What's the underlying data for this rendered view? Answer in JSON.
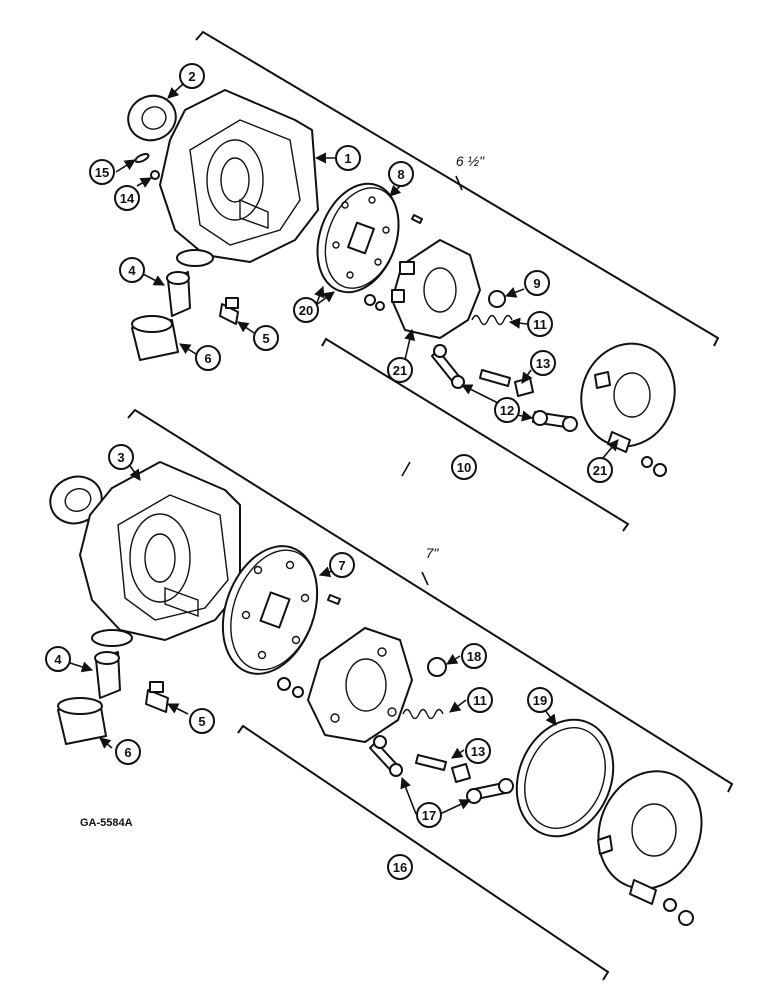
{
  "dimensions": {
    "upper": "6 ½\"",
    "lower": "7\""
  },
  "drawing_code": "GA-5584A",
  "callouts": {
    "c1": "1",
    "c2": "2",
    "c3": "3",
    "c4a": "4",
    "c4b": "4",
    "c5a": "5",
    "c5b": "5",
    "c6a": "6",
    "c6b": "6",
    "c7": "7",
    "c8": "8",
    "c9": "9",
    "c10": "10",
    "c11a": "11",
    "c11b": "11",
    "c12": "12",
    "c13a": "13",
    "c13b": "13",
    "c14": "14",
    "c15": "15",
    "c16": "16",
    "c17": "17",
    "c18": "18",
    "c19": "19",
    "c20": "20",
    "c21a": "21",
    "c21b": "21"
  }
}
